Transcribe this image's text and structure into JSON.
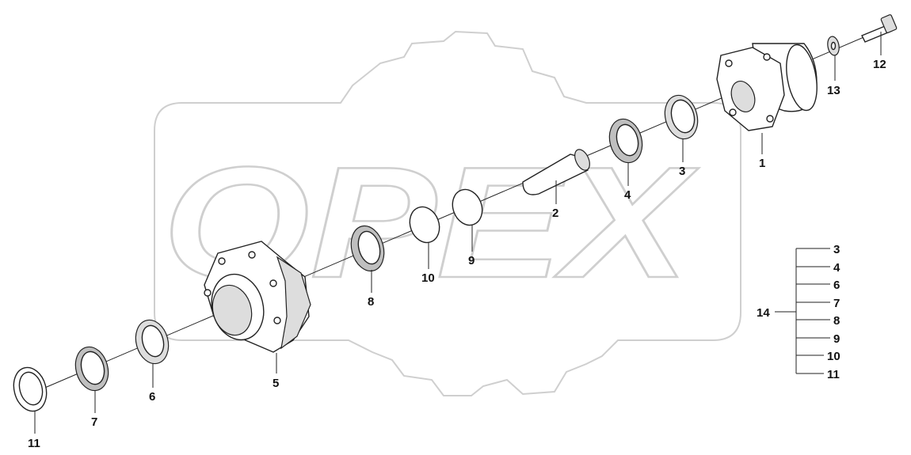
{
  "watermark": {
    "text": "OPEX"
  },
  "corner_mark": "",
  "callouts": [
    {
      "id": "c1",
      "text": "1"
    },
    {
      "id": "c2",
      "text": "2"
    },
    {
      "id": "c3",
      "text": "3"
    },
    {
      "id": "c4",
      "text": "4"
    },
    {
      "id": "c5",
      "text": "5"
    },
    {
      "id": "c6",
      "text": "6"
    },
    {
      "id": "c7",
      "text": "7"
    },
    {
      "id": "c8",
      "text": "8"
    },
    {
      "id": "c9",
      "text": "9"
    },
    {
      "id": "c10",
      "text": "10"
    },
    {
      "id": "c11",
      "text": "11"
    },
    {
      "id": "c12",
      "text": "12"
    },
    {
      "id": "c13",
      "text": "13"
    }
  ],
  "kit": {
    "label": "14",
    "items": [
      "3",
      "4",
      "6",
      "7",
      "8",
      "9",
      "10",
      "11"
    ]
  }
}
